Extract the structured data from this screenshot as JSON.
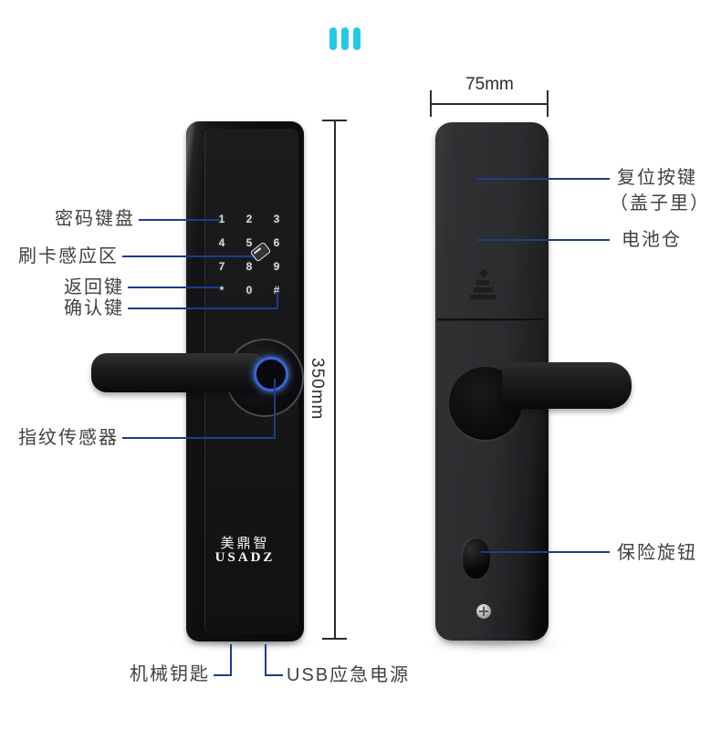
{
  "header": {
    "brand_bars_icon": "three-vertical-bars"
  },
  "dimensions": {
    "height_label": "350mm",
    "width_label": "75mm"
  },
  "front_view": {
    "keypad_keys": [
      "1",
      "2",
      "3",
      "4",
      "5",
      "6",
      "7",
      "8",
      "9",
      "*",
      "0",
      "#"
    ],
    "brand": {
      "chinese": "美鼎智",
      "latin": "USADZ"
    },
    "labels": {
      "keypad": "密码键盘",
      "card_reader": "刷卡感应区",
      "back_key": "返回键",
      "confirm_key": "确认键",
      "fingerprint": "指纹传感器",
      "mechanical_key": "机械钥匙",
      "usb_power": "USB应急电源"
    }
  },
  "back_view": {
    "labels": {
      "reset_button": "复位按键",
      "reset_note": "（盖子里）",
      "battery": "电池仓",
      "safety_knob": "保险旋钮"
    }
  },
  "colors": {
    "accent_cyan": "#25c8e8",
    "leader_line": "#1e3c8c",
    "fingerprint_ring": "#3565d8",
    "dimension_line": "#2c2c2c",
    "label_text": "#414141"
  }
}
